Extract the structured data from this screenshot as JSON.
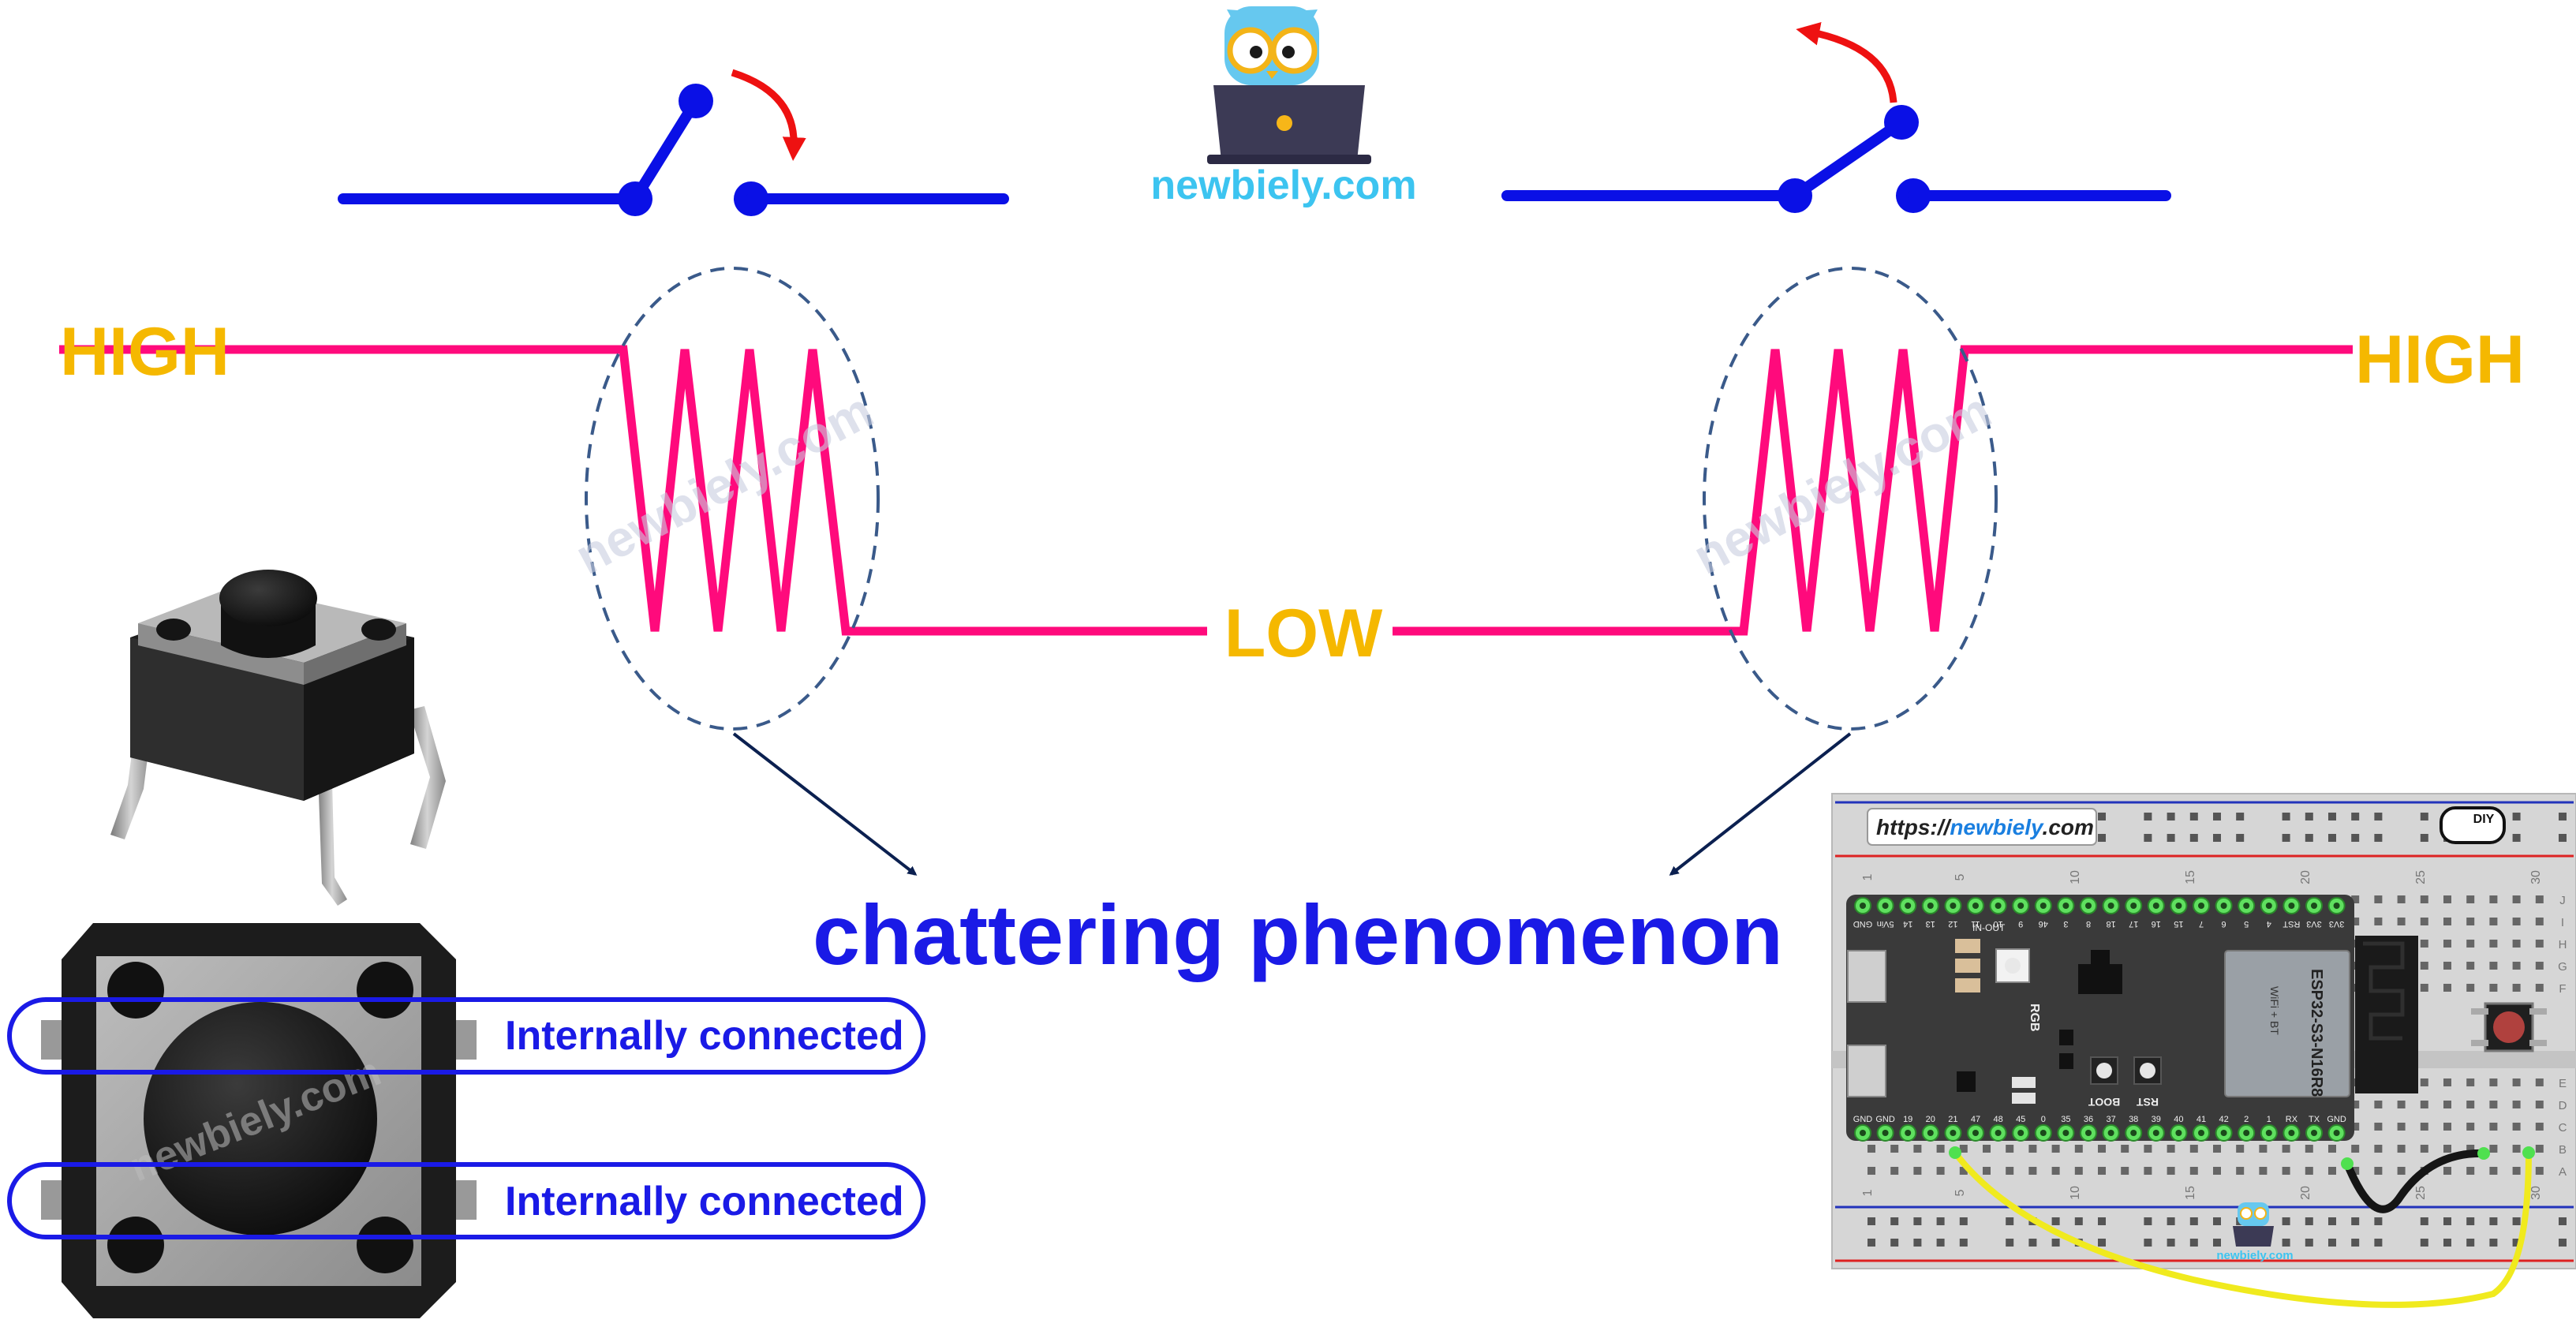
{
  "logo": {
    "text": "newbiely.com"
  },
  "watermark": {
    "text": "newbiely.com"
  },
  "signal": {
    "high_left": "HIGH",
    "high_right": "HIGH",
    "low": "LOW"
  },
  "caption": "chattering phenomenon",
  "button_labels": {
    "row1": "Internally connected",
    "row2": "Internally connected"
  },
  "breadboard": {
    "url_prefix": "https://",
    "url_domain": "newbiely",
    "url_suffix": ".com",
    "brand": "DIY",
    "module_name": "ESP32-S3-N16R8",
    "wifi_text": "WiFi + BT",
    "rgb": "RGB",
    "boot": "BOOT",
    "rst": "RST",
    "in_out": "IN-OUT",
    "gnd": "GND",
    "col_numbers": [
      "1",
      "5",
      "10",
      "15",
      "20",
      "25",
      "30"
    ],
    "row_letters_top": [
      "J",
      "I",
      "H",
      "G",
      "F"
    ],
    "row_letters_bottom": [
      "E",
      "D",
      "C",
      "B",
      "A"
    ],
    "top_pins": [
      "GND",
      "5Vin",
      "14",
      "13",
      "12",
      "11",
      "10",
      "9",
      "46",
      "3",
      "8",
      "18",
      "17",
      "16",
      "15",
      "7",
      "6",
      "5",
      "4",
      "RST",
      "3V3",
      "3V3"
    ],
    "bottom_pins": [
      "GND",
      "GND",
      "19",
      "20",
      "21",
      "47",
      "48",
      "45",
      "0",
      "35",
      "36",
      "37",
      "38",
      "39",
      "40",
      "41",
      "42",
      "2",
      "1",
      "RX",
      "TX",
      "GND"
    ],
    "small_logo_text": "newbiely.com"
  },
  "colors": {
    "switch_blue": "#0a10e6",
    "signal_pink": "#ff0a7c",
    "label_yellow": "#f5b800",
    "caption_blue": "#1a1ae6",
    "arrow_red": "#ee1111",
    "logo_cyan": "#3cc4f0",
    "wire_yellow": "#f0ea1e",
    "wire_black": "#151515"
  }
}
